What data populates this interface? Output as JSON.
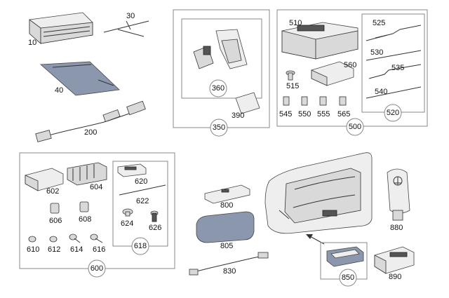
{
  "labels": {
    "p10": "10",
    "p30": "30",
    "p40": "40",
    "p200": "200",
    "p350": "350",
    "p360": "360",
    "p390": "390",
    "p500": "500",
    "p510": "510",
    "p515": "515",
    "p520": "520",
    "p525": "525",
    "p530": "530",
    "p535": "535",
    "p540": "540",
    "p545": "545",
    "p550": "550",
    "p555": "555",
    "p560": "560",
    "p565": "565",
    "p600": "600",
    "p602": "602",
    "p604": "604",
    "p606": "606",
    "p608": "608",
    "p610": "610",
    "p612": "612",
    "p614": "614",
    "p616": "616",
    "p618": "618",
    "p620": "620",
    "p622": "622",
    "p624": "624",
    "p626": "626",
    "p800": "800",
    "p805": "805",
    "p830": "830",
    "p850": "850",
    "p880": "880",
    "p890": "890"
  },
  "colors": {
    "group_box": "#888888",
    "pad_blue": "#8a97ad",
    "line": "#333333"
  }
}
